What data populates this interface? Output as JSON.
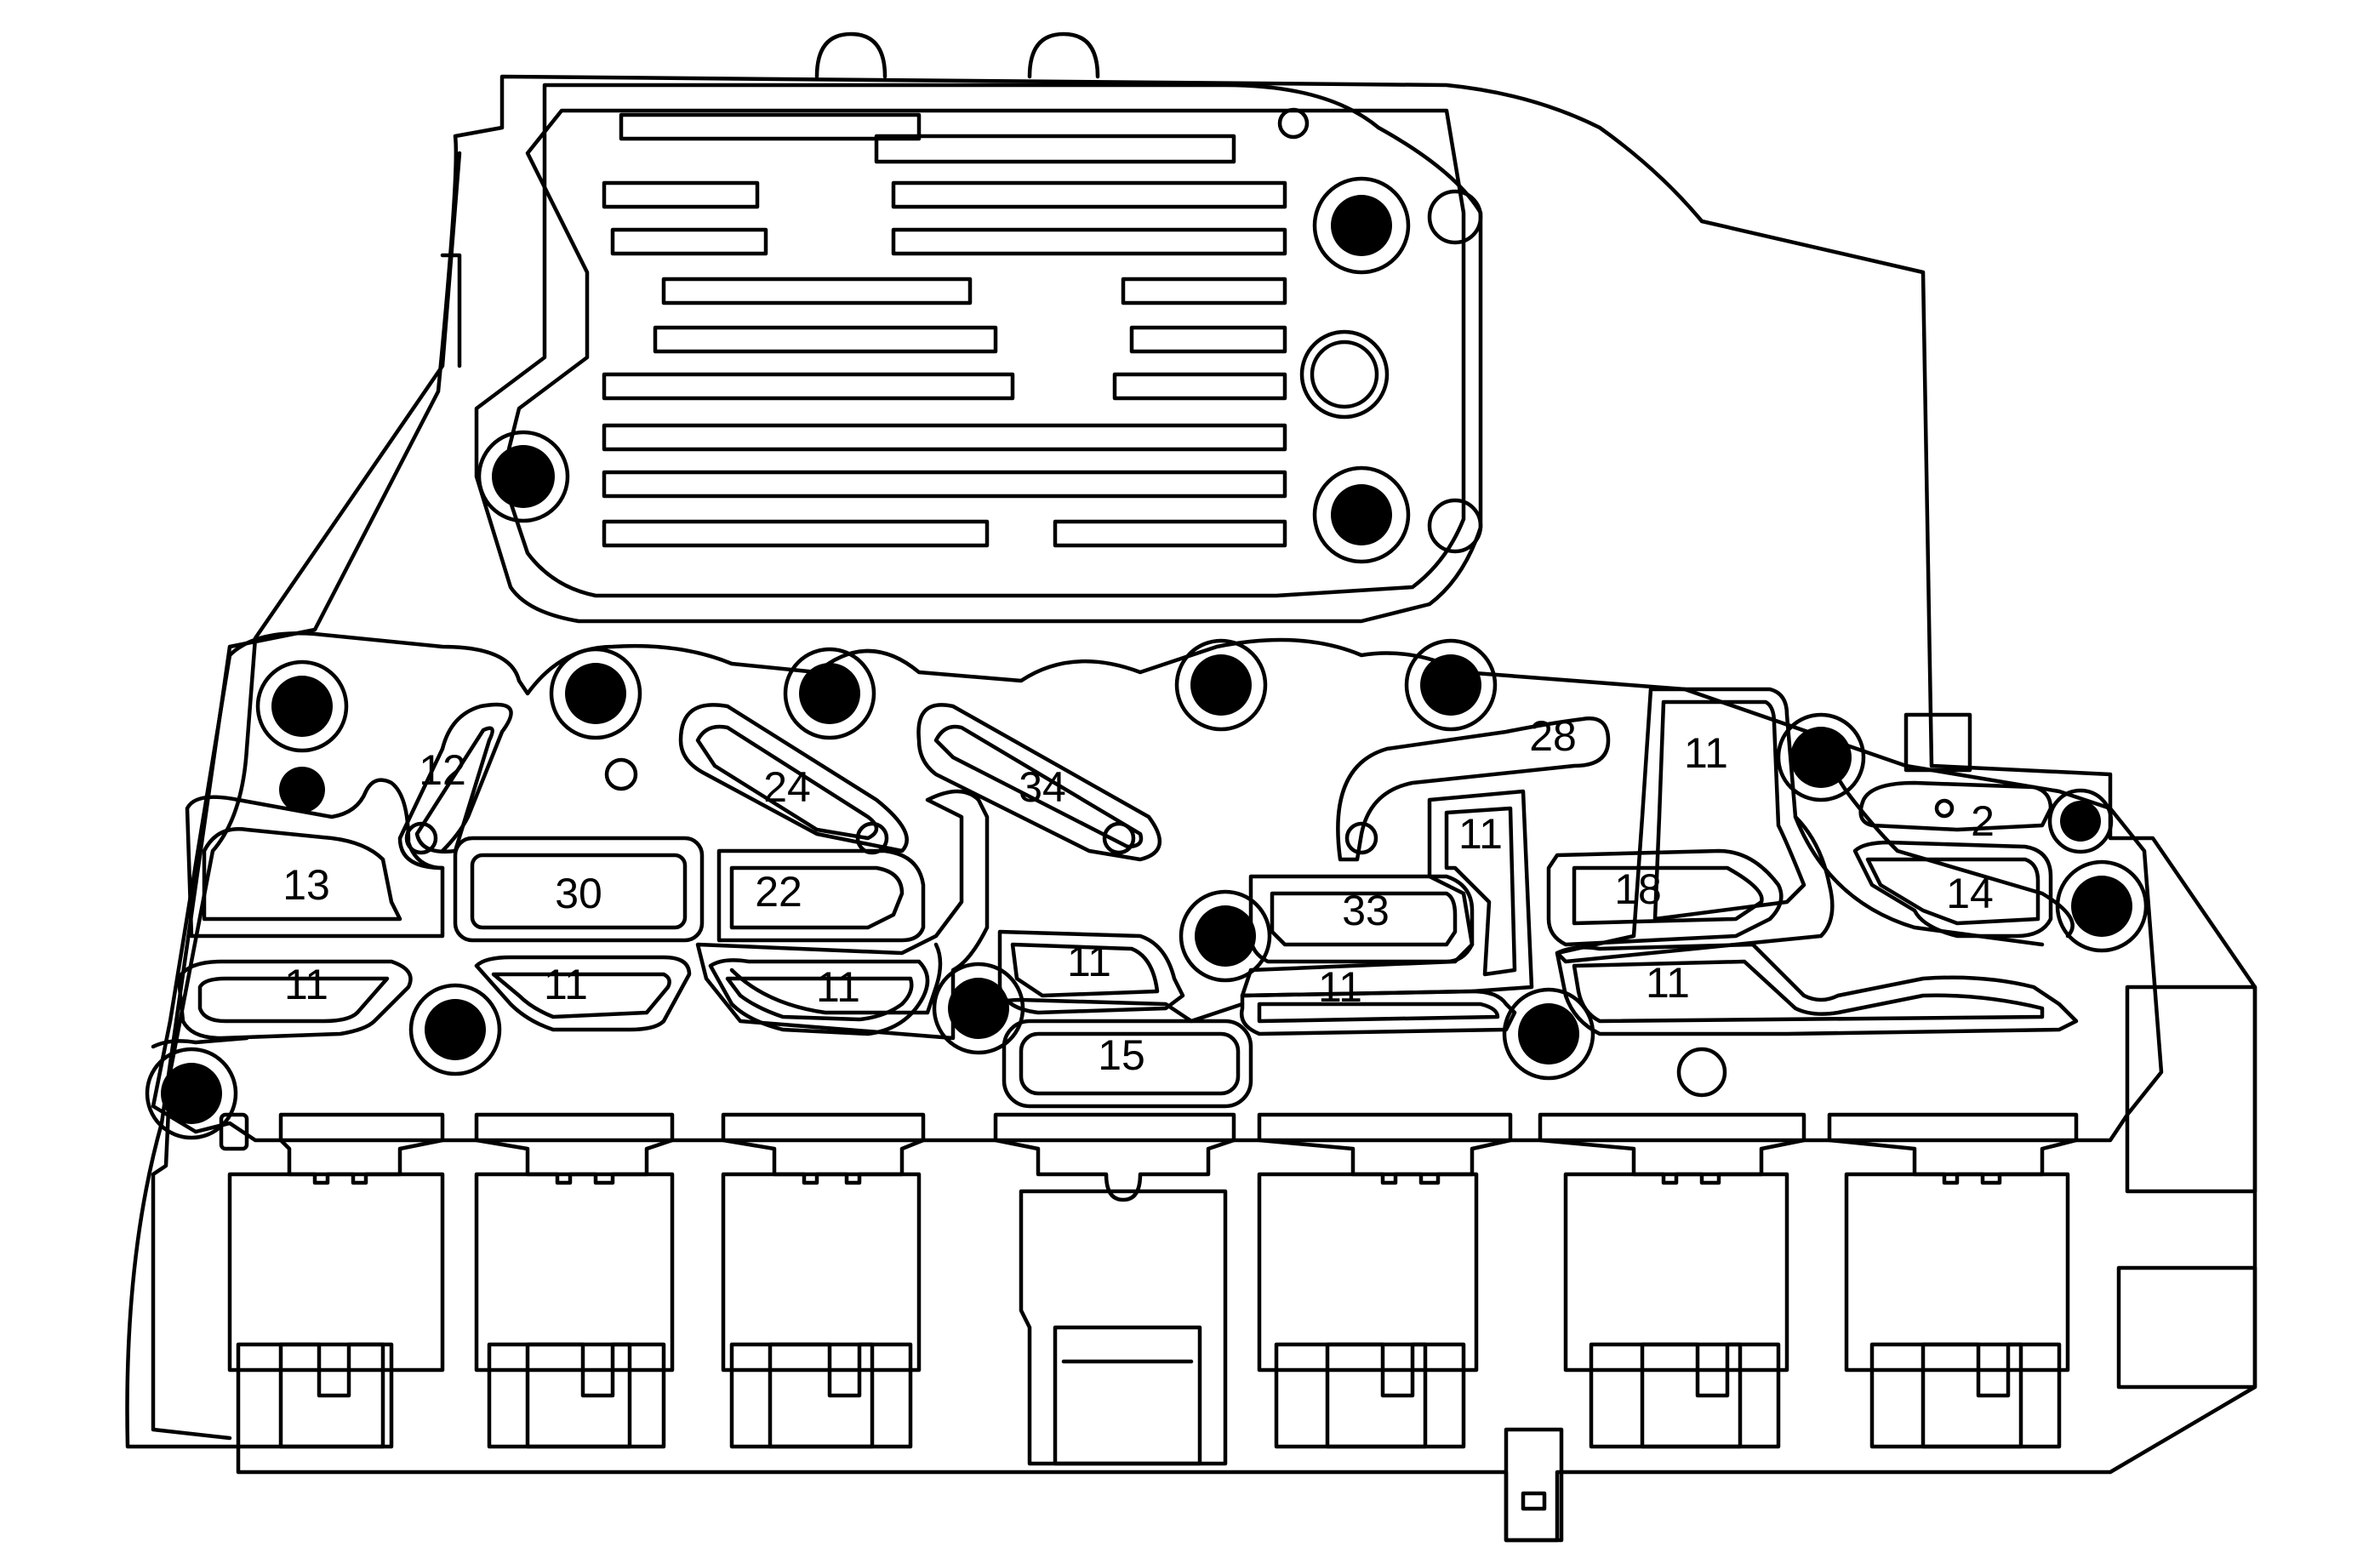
{
  "labels": {
    "l12": "12",
    "l24": "24",
    "l34": "34",
    "l28": "28",
    "l11_top": "11",
    "l11_mid": "11",
    "l2": "2",
    "l13": "13",
    "l30": "30",
    "l22": "22",
    "l33": "33",
    "l18": "18",
    "l14": "14",
    "l11_r1": "11",
    "l11_r2": "11",
    "l11_r3": "11",
    "l11_r4": "11",
    "l11_r5": "11",
    "l11_r6": "11",
    "l15": "15"
  }
}
